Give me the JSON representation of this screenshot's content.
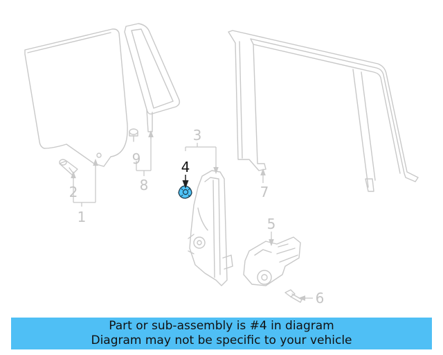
{
  "callouts": {
    "c1": "1",
    "c2": "2",
    "c3": "3",
    "c4": "4",
    "c5": "5",
    "c6": "6",
    "c7": "7",
    "c8": "8",
    "c9": "9"
  },
  "highlighted_part": "4",
  "colors": {
    "banner": "#4fbff5",
    "highlight_fill": "#4fc3f7",
    "line_art": "#c8c8c8",
    "active_text": "#111111"
  },
  "banner": {
    "line1": "Part or sub-assembly is #4 in diagram",
    "line2": "Diagram may not be specific to your vehicle"
  }
}
